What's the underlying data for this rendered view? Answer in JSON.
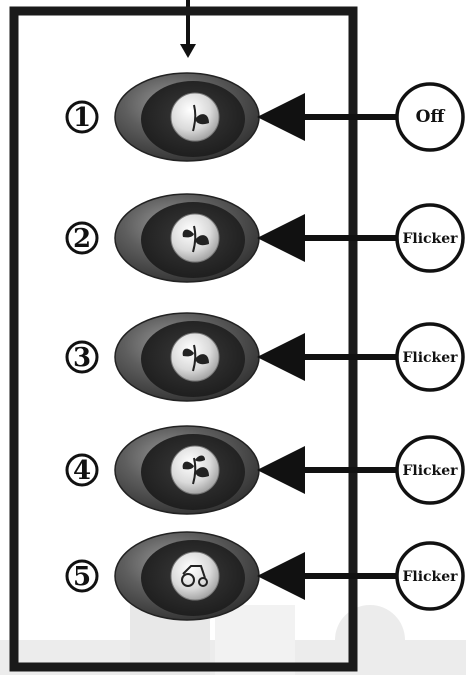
{
  "colors": {
    "ink": "#111111",
    "panel_border": "#1a1a1a",
    "button_housing": "#555555",
    "button_cap": "#d9d9d9",
    "fade_band": "#e6e6e6"
  },
  "rows": [
    {
      "number": "1",
      "state": "Off",
      "icon": "leaf-icon"
    },
    {
      "number": "2",
      "state": "Flicker",
      "icon": "double-leaf-icon"
    },
    {
      "number": "3",
      "state": "Flicker",
      "icon": "double-leaf-icon"
    },
    {
      "number": "4",
      "state": "Flicker",
      "icon": "triple-leaf-icon"
    },
    {
      "number": "5",
      "state": "Flicker",
      "icon": "tractor-icon"
    }
  ]
}
